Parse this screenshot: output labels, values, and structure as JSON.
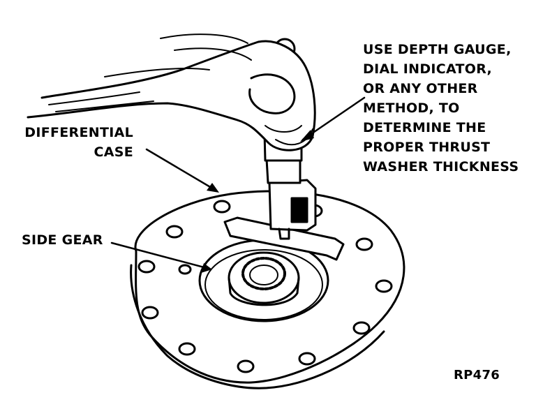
{
  "labels": {
    "note_lines": [
      "USE DEPTH GAUGE,",
      "DIAL INDICATOR,",
      "OR ANY OTHER",
      "METHOD, TO",
      "DETERMINE THE",
      "PROPER THRUST",
      "WASHER THICKNESS"
    ],
    "case_lines": [
      "DIFFERENTIAL",
      "CASE"
    ],
    "side_gear": "SIDE GEAR",
    "figure_ref": "RP476"
  },
  "colors": {
    "ink": "#000000",
    "paper": "#ffffff"
  }
}
